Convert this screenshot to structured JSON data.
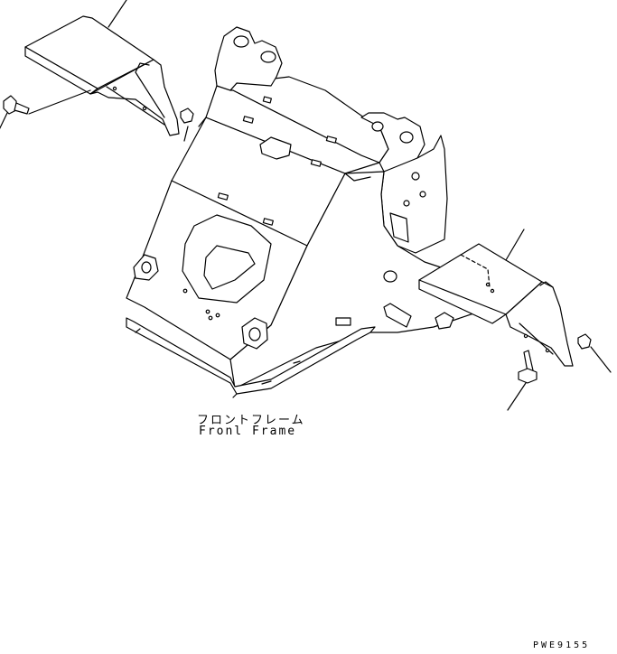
{
  "labels": {
    "part_name_jp": "フロントフレーム",
    "part_name_en": "Fronl Frame",
    "drawing_code": "PWE9155"
  }
}
